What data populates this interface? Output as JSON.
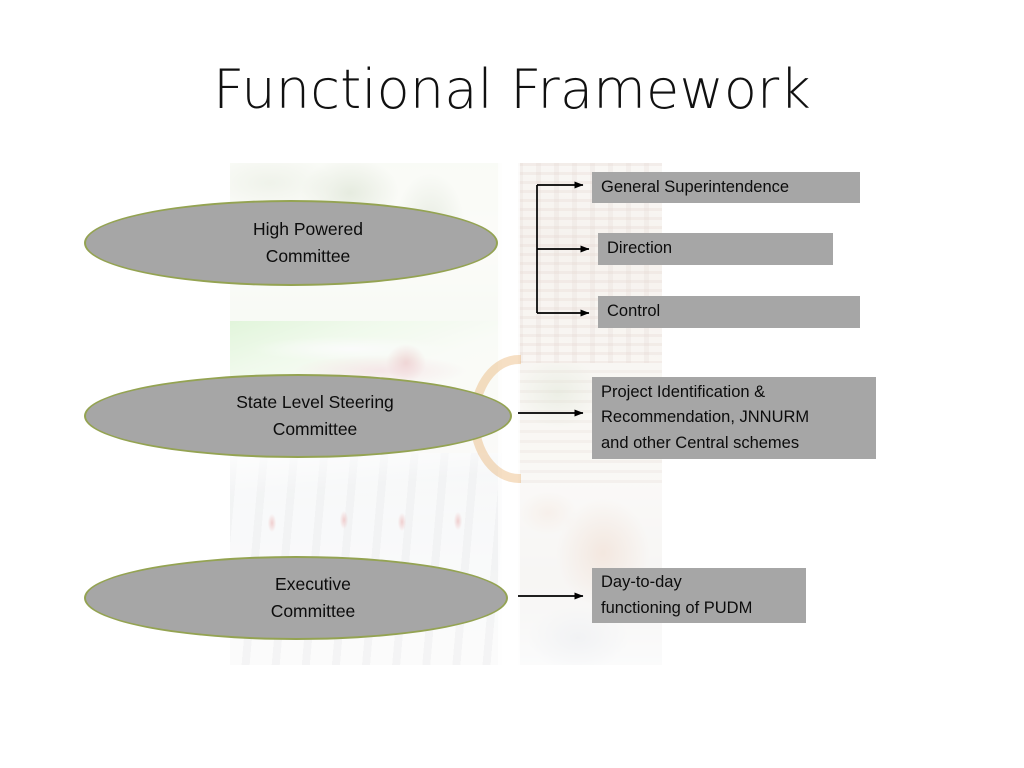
{
  "slide": {
    "title": "Functional Framework",
    "background_color": "#ffffff"
  },
  "theme": {
    "shape_fill": "#a6a6a6",
    "ellipse_border": "#94a352",
    "text_color": "#0c0c0c",
    "connector_color": "#000000",
    "accent_arc": "#e1963c"
  },
  "committees": [
    {
      "id": "high-powered-committee",
      "label": "High Powered\nCommittee"
    },
    {
      "id": "state-level-steering-committee",
      "label": "State Level Steering\nCommittee"
    },
    {
      "id": "executive-committee",
      "label": "Executive\nCommittee"
    }
  ],
  "functions": [
    {
      "id": "general-superintendence",
      "label": "General Superintendence",
      "source": "high-powered-committee"
    },
    {
      "id": "direction",
      "label": "Direction",
      "source": "high-powered-committee"
    },
    {
      "id": "control",
      "label": "Control",
      "source": "high-powered-committee"
    },
    {
      "id": "project-identification",
      "label": "Project Identification &\nRecommendation, JNNURM\nand other Central schemes",
      "source": "state-level-steering-committee"
    },
    {
      "id": "day-to-day-functioning",
      "label": "Day-to-day\nfunctioning of PUDM",
      "source": "executive-committee"
    }
  ]
}
